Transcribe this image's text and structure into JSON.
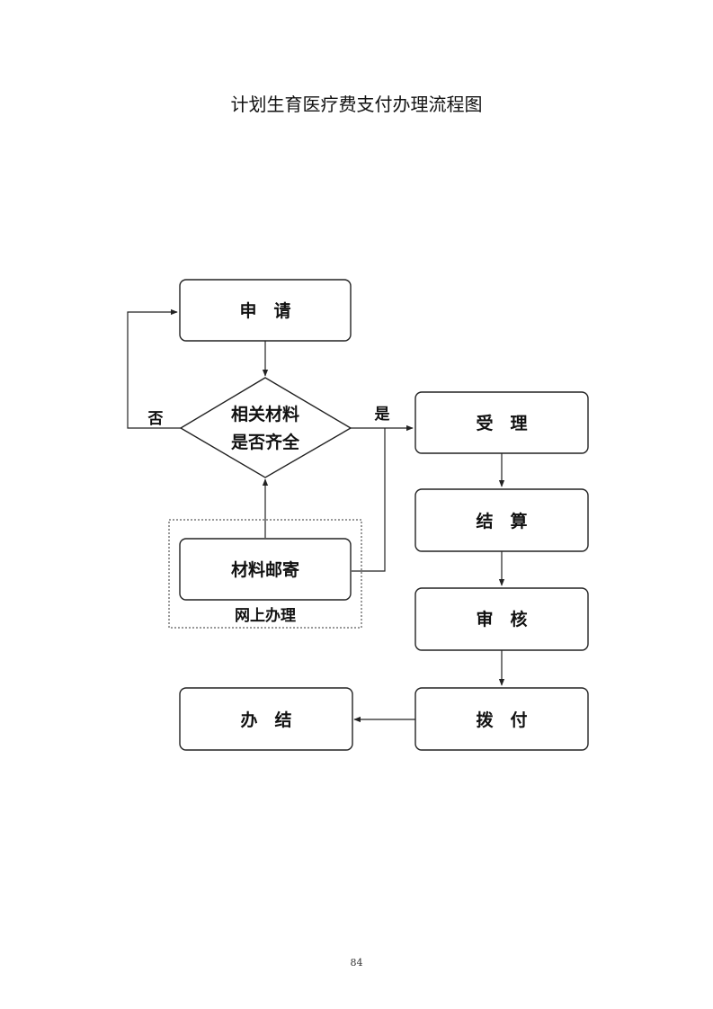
{
  "title": "计划生育医疗费支付办理流程图",
  "nodes": {
    "apply": "申　请",
    "check_line1": "相关材料",
    "check_line2": "是否齐全",
    "mail": "材料邮寄",
    "online_group": "网上办理",
    "accept": "受　理",
    "settle": "结　算",
    "review": "审　核",
    "pay": "拨　付",
    "done": "办　结"
  },
  "edges": {
    "no": "否",
    "yes": "是"
  },
  "page_number": "84"
}
